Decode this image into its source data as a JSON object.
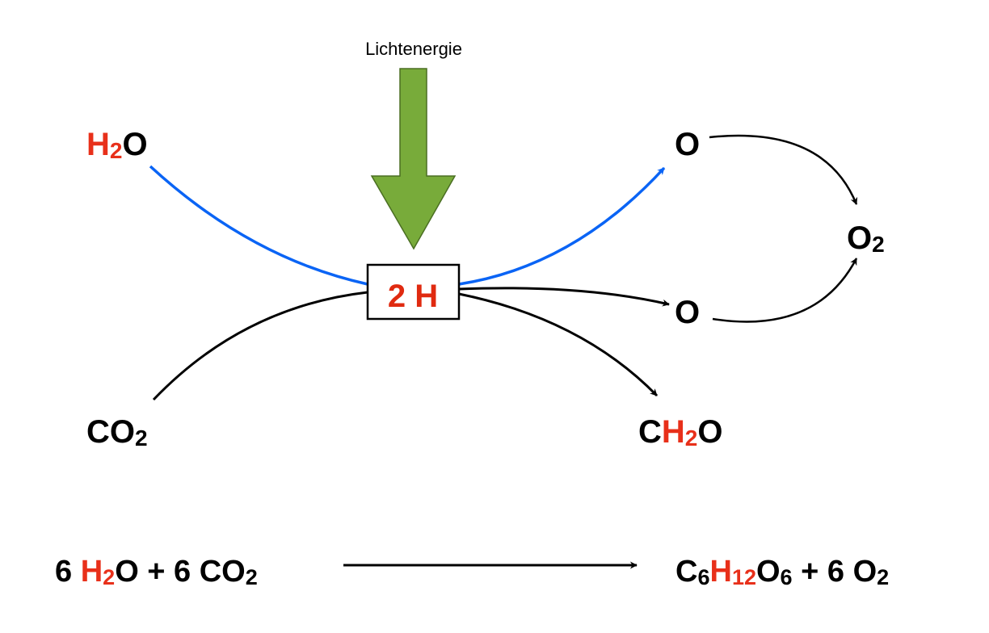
{
  "colors": {
    "hydrogen": "#e8301a",
    "blue_path": "#0a64f5",
    "light_arrow": "#78ab3a",
    "black": "#000000"
  },
  "light_label": "Lichtenergie",
  "center_box": "2 H",
  "molecules": {
    "h2o": [
      "H",
      "2",
      "O"
    ],
    "co2": [
      "CO",
      "2"
    ],
    "o_top": "O",
    "o_mid": "O",
    "o2": [
      "O",
      "2"
    ],
    "ch2o": [
      "C",
      "H",
      "2",
      "O"
    ]
  },
  "equation": {
    "left": [
      "6 ",
      "H",
      "2",
      "O + 6 CO",
      "2"
    ],
    "right": [
      "C",
      "6",
      "H",
      "12",
      "O",
      "6",
      " + 6 O",
      "2"
    ]
  }
}
